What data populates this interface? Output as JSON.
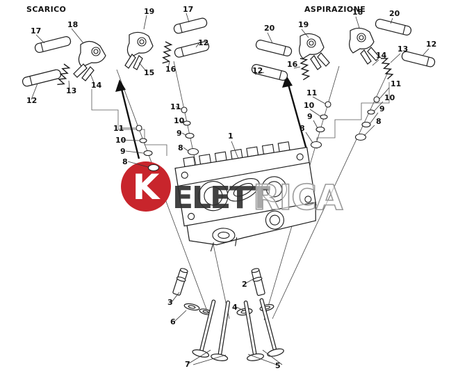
{
  "diagram": {
    "title_left": "SCARICO",
    "title_right": "ASPIRAZIONE",
    "background_color": "#ffffff",
    "line_color": "#1b1b1b",
    "part_numbers": {
      "p1": "1",
      "p2": "2",
      "p3": "3",
      "p4": "4",
      "p5": "5",
      "p6": "6",
      "p7": "7",
      "p8": "8",
      "p9": "9",
      "p10": "10",
      "p11": "11",
      "p12": "12",
      "p13": "13",
      "p14": "14",
      "p15": "15",
      "p16": "16",
      "p17": "17",
      "p18": "18",
      "p19": "19",
      "p20": "20"
    },
    "watermark": {
      "logo_letter": "K",
      "logo_color": "#c8252c",
      "brand_dark": "ELETT",
      "brand_outline": "RICA",
      "outline_color": "#9a9a9a"
    }
  }
}
